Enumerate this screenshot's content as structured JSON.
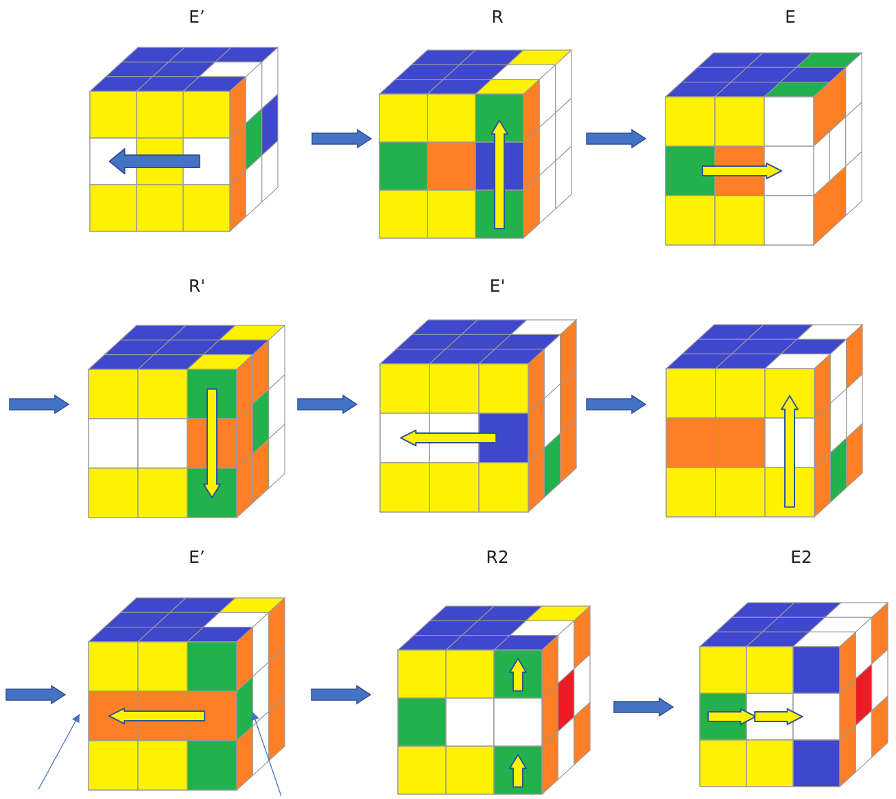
{
  "colors": {
    "Y": "#fff200",
    "G": "#22b14c",
    "B": "#3f48cc",
    "O": "#ff7f27",
    "W": "#ffffff",
    "R": "#ed1c24",
    "arrow_blue": "#4472c4",
    "arrow_blue_stroke": "#2f528f",
    "arrow_yellow": "#fff200",
    "arrow_yellow_stroke": "#2f5597"
  },
  "steps": [
    {
      "label": "E’",
      "front": [
        "YYY",
        "WYW",
        "YYY"
      ],
      "top": [
        "BBB",
        "BBW",
        "BBB"
      ],
      "right": [
        "OWW",
        "OGB",
        "OWW"
      ],
      "moves": [
        {
          "color": "blue",
          "dir": "left",
          "row": 1
        }
      ]
    },
    {
      "label": "R",
      "front": [
        "YYG",
        "GOB",
        "YYG"
      ],
      "top": [
        "BBY",
        "BBW",
        "BBY"
      ],
      "right": [
        "OWW",
        "OWW",
        "OWW"
      ],
      "moves": [
        {
          "color": "yellow",
          "dir": "up",
          "col": 2
        }
      ]
    },
    {
      "label": "E",
      "front": [
        "YYW",
        "GOW",
        "YYW"
      ],
      "top": [
        "BBG",
        "BBB",
        "BBG"
      ],
      "right": [
        "OOW",
        "WWW",
        "OOW"
      ],
      "moves": [
        {
          "color": "yellow",
          "dir": "right",
          "row": 1
        }
      ]
    },
    {
      "label": "R'",
      "front": [
        "YYG",
        "WWO",
        "YYG"
      ],
      "top": [
        "BBY",
        "BBB",
        "BBY"
      ],
      "right": [
        "OOW",
        "OGW",
        "OOW"
      ],
      "moves": [
        {
          "color": "yellow",
          "dir": "down",
          "col": 2
        }
      ]
    },
    {
      "label": "E'",
      "front": [
        "YYY",
        "WWB",
        "YYY"
      ],
      "top": [
        "BBW",
        "BBB",
        "BBB"
      ],
      "right": [
        "OWO",
        "OWO",
        "OGO"
      ],
      "moves": [
        {
          "color": "yellow",
          "dir": "left",
          "row": 1
        }
      ]
    },
    {
      "label": "",
      "front": [
        "YYY",
        "OOW",
        "YYY"
      ],
      "top": [
        "BBW",
        "BBB",
        "BBW"
      ],
      "right": [
        "OWO",
        "OWW",
        "OGO"
      ],
      "moves": [
        {
          "color": "yellow",
          "dir": "up",
          "col": 2
        }
      ]
    },
    {
      "label": "E’",
      "front": [
        "YYG",
        "OOO",
        "YYG"
      ],
      "top": [
        "BBY",
        "BBW",
        "BBB"
      ],
      "right": [
        "OWO",
        "GWO",
        "OWO"
      ],
      "moves": [
        {
          "color": "yellow",
          "dir": "left",
          "row": 1
        }
      ]
    },
    {
      "label": "R2",
      "front": [
        "YYG",
        "GWW",
        "YYG"
      ],
      "top": [
        "BBY",
        "BBW",
        "BBB"
      ],
      "right": [
        "OWO",
        "ORW",
        "OWO"
      ],
      "moves": [
        {
          "color": "yellow",
          "dir": "up-short",
          "col": 2,
          "row": 0
        },
        {
          "color": "yellow",
          "dir": "up-short",
          "col": 2,
          "row": 2
        }
      ]
    },
    {
      "label": "E2",
      "front": [
        "YYB",
        "GWW",
        "YYB"
      ],
      "top": [
        "BBW",
        "BBW",
        "BBW"
      ],
      "right": [
        "OWO",
        "ORW",
        "OWO"
      ],
      "moves": [
        {
          "color": "yellow",
          "dir": "right-short",
          "row": 1,
          "col": 0
        },
        {
          "color": "yellow",
          "dir": "right-short",
          "row": 1,
          "col": 1
        }
      ]
    }
  ]
}
